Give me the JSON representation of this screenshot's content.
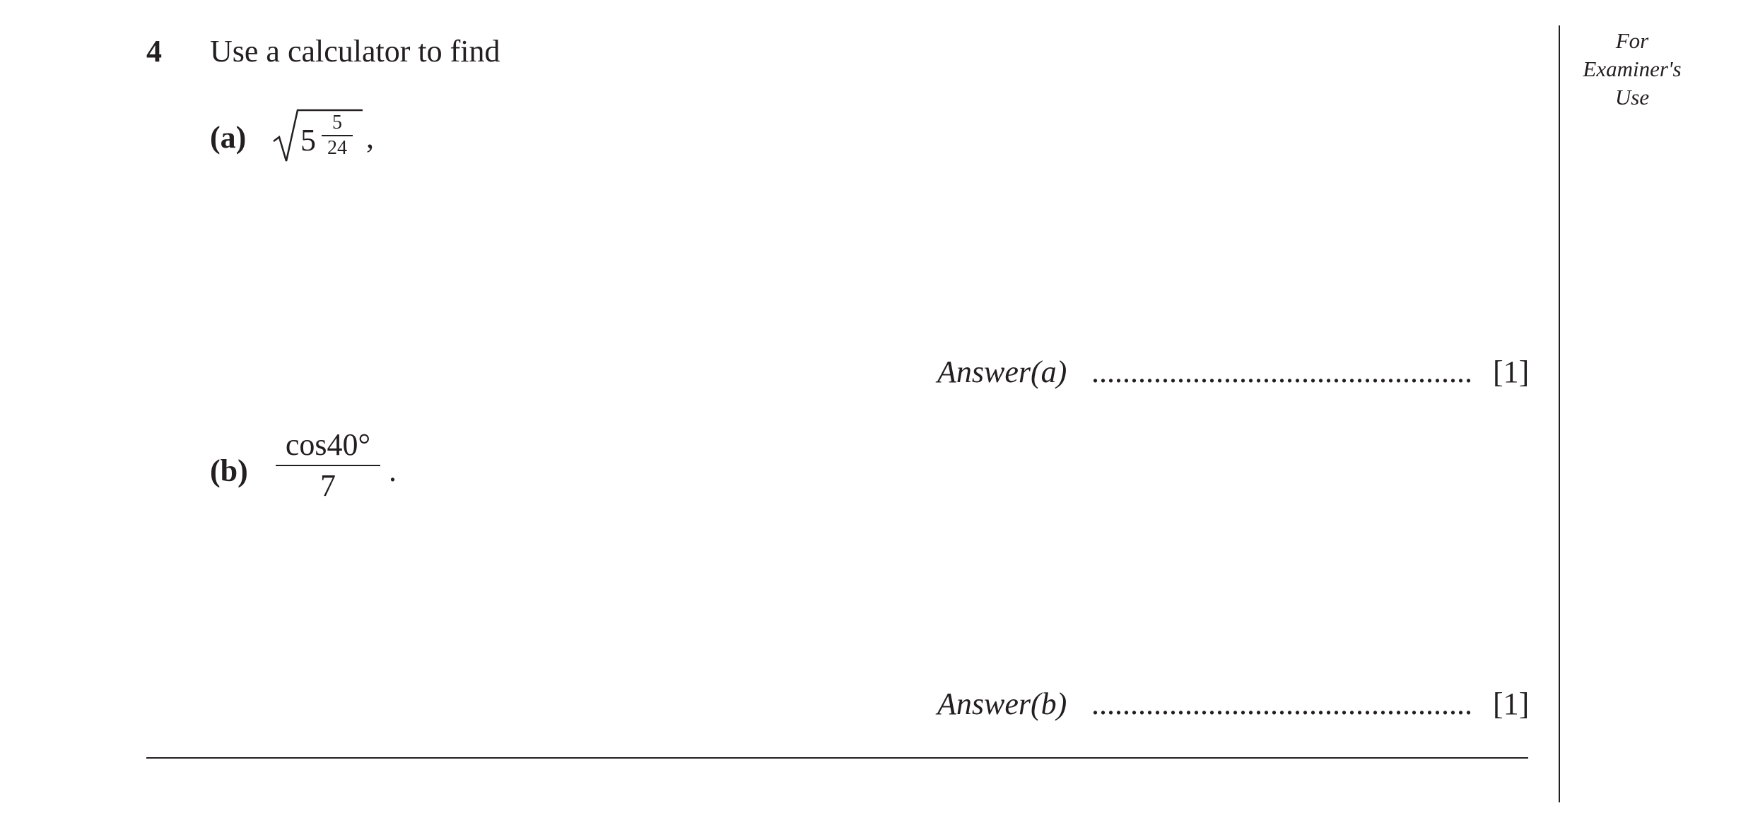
{
  "question": {
    "number": "4",
    "stem": "Use a calculator to find"
  },
  "part_a": {
    "label": "(a)",
    "whole": "5",
    "numerator": "5",
    "denominator": "24",
    "punctuation": ",",
    "answer_label": "Answer(a)",
    "answer_dots": "..................................................................",
    "marks": "[1]"
  },
  "part_b": {
    "label": "(b)",
    "numerator": "cos40°",
    "denominator": "7",
    "punctuation": ".",
    "answer_label": "Answer(b)",
    "answer_dots": "..................................................................",
    "marks": "[1]"
  },
  "margin": {
    "line1": "For",
    "line2": "Examiner's",
    "line3": "Use"
  },
  "colors": {
    "ink": "#231f20",
    "paper": "#ffffff"
  }
}
